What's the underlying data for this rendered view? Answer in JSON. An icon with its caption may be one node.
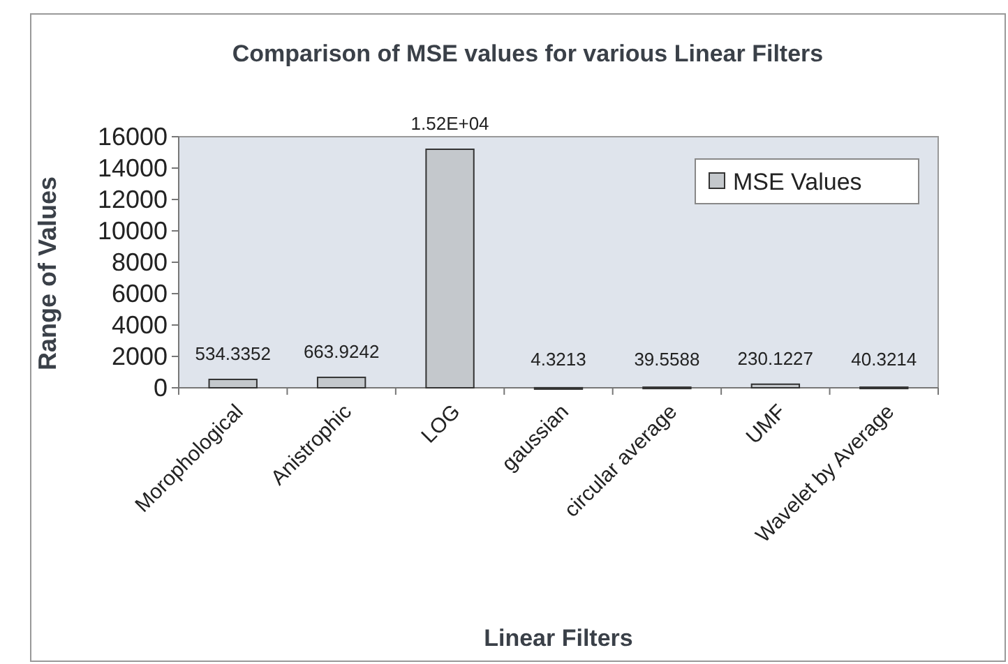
{
  "diagram": {
    "chart_data": {
      "type": "bar",
      "title": "Comparison of MSE values for various Linear Filters",
      "xlabel": "Linear Filters",
      "ylabel": "Range of Values",
      "categories": [
        "Morophological",
        "Anistrophic",
        "LOG",
        "gaussian",
        "circular average",
        "UMF",
        "Wavelet by Average"
      ],
      "series": [
        {
          "name": "MSE Values",
          "color": "#c4c8cc",
          "values": [
            534.3352,
            663.9242,
            15200,
            4.3213,
            39.5588,
            230.1227,
            40.3214
          ]
        }
      ],
      "ylim": [
        0,
        16000
      ],
      "yticks": [
        0,
        2000,
        4000,
        6000,
        8000,
        10000,
        12000,
        14000,
        16000
      ],
      "value_labels": [
        "534.3352",
        "663.9242",
        "1.52E+04",
        "4.3213",
        "39.5588",
        "230.1227",
        "40.3214"
      ]
    }
  }
}
